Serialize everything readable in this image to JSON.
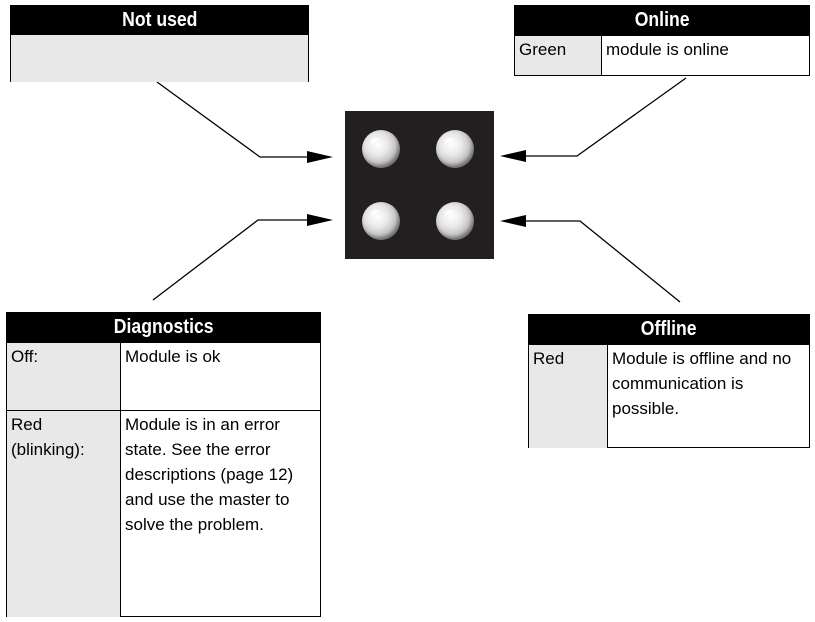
{
  "not_used": {
    "title": "Not used",
    "body": ""
  },
  "online": {
    "title": "Online",
    "rows": [
      {
        "state": "Green",
        "meaning": "module is online"
      }
    ]
  },
  "diagnostics": {
    "title": "Diagnostics",
    "rows": [
      {
        "state": "Off:",
        "meaning": "Module is ok"
      },
      {
        "state": "Red (blinking):",
        "meaning": "Module is in an error state. See the error descriptions (page 12) and use the master to solve the problem."
      }
    ]
  },
  "offline": {
    "title": "Offline",
    "rows": [
      {
        "state": "Red",
        "meaning": "Module is offline and no communication is possible."
      }
    ]
  },
  "colors": {
    "header_bg": "#000000",
    "header_text": "#ffffff",
    "label_cell": "#e8e8e8",
    "panel": "#231f20",
    "led": "#d9d9d9"
  }
}
